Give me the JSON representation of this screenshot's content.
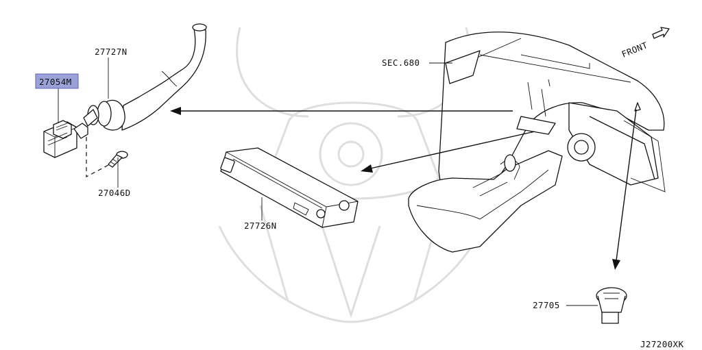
{
  "colors": {
    "highlight": "#9aa2d8",
    "line": "#111111",
    "watermark": "#dedede"
  },
  "labels": {
    "p27054m": "27054M",
    "p27727n": "27727N",
    "p27046d": "27046D",
    "p27726n": "27726N",
    "p27705": "27705",
    "sec680": "SEC.680",
    "front": "FRONT",
    "figure_code": "J27200XK"
  }
}
